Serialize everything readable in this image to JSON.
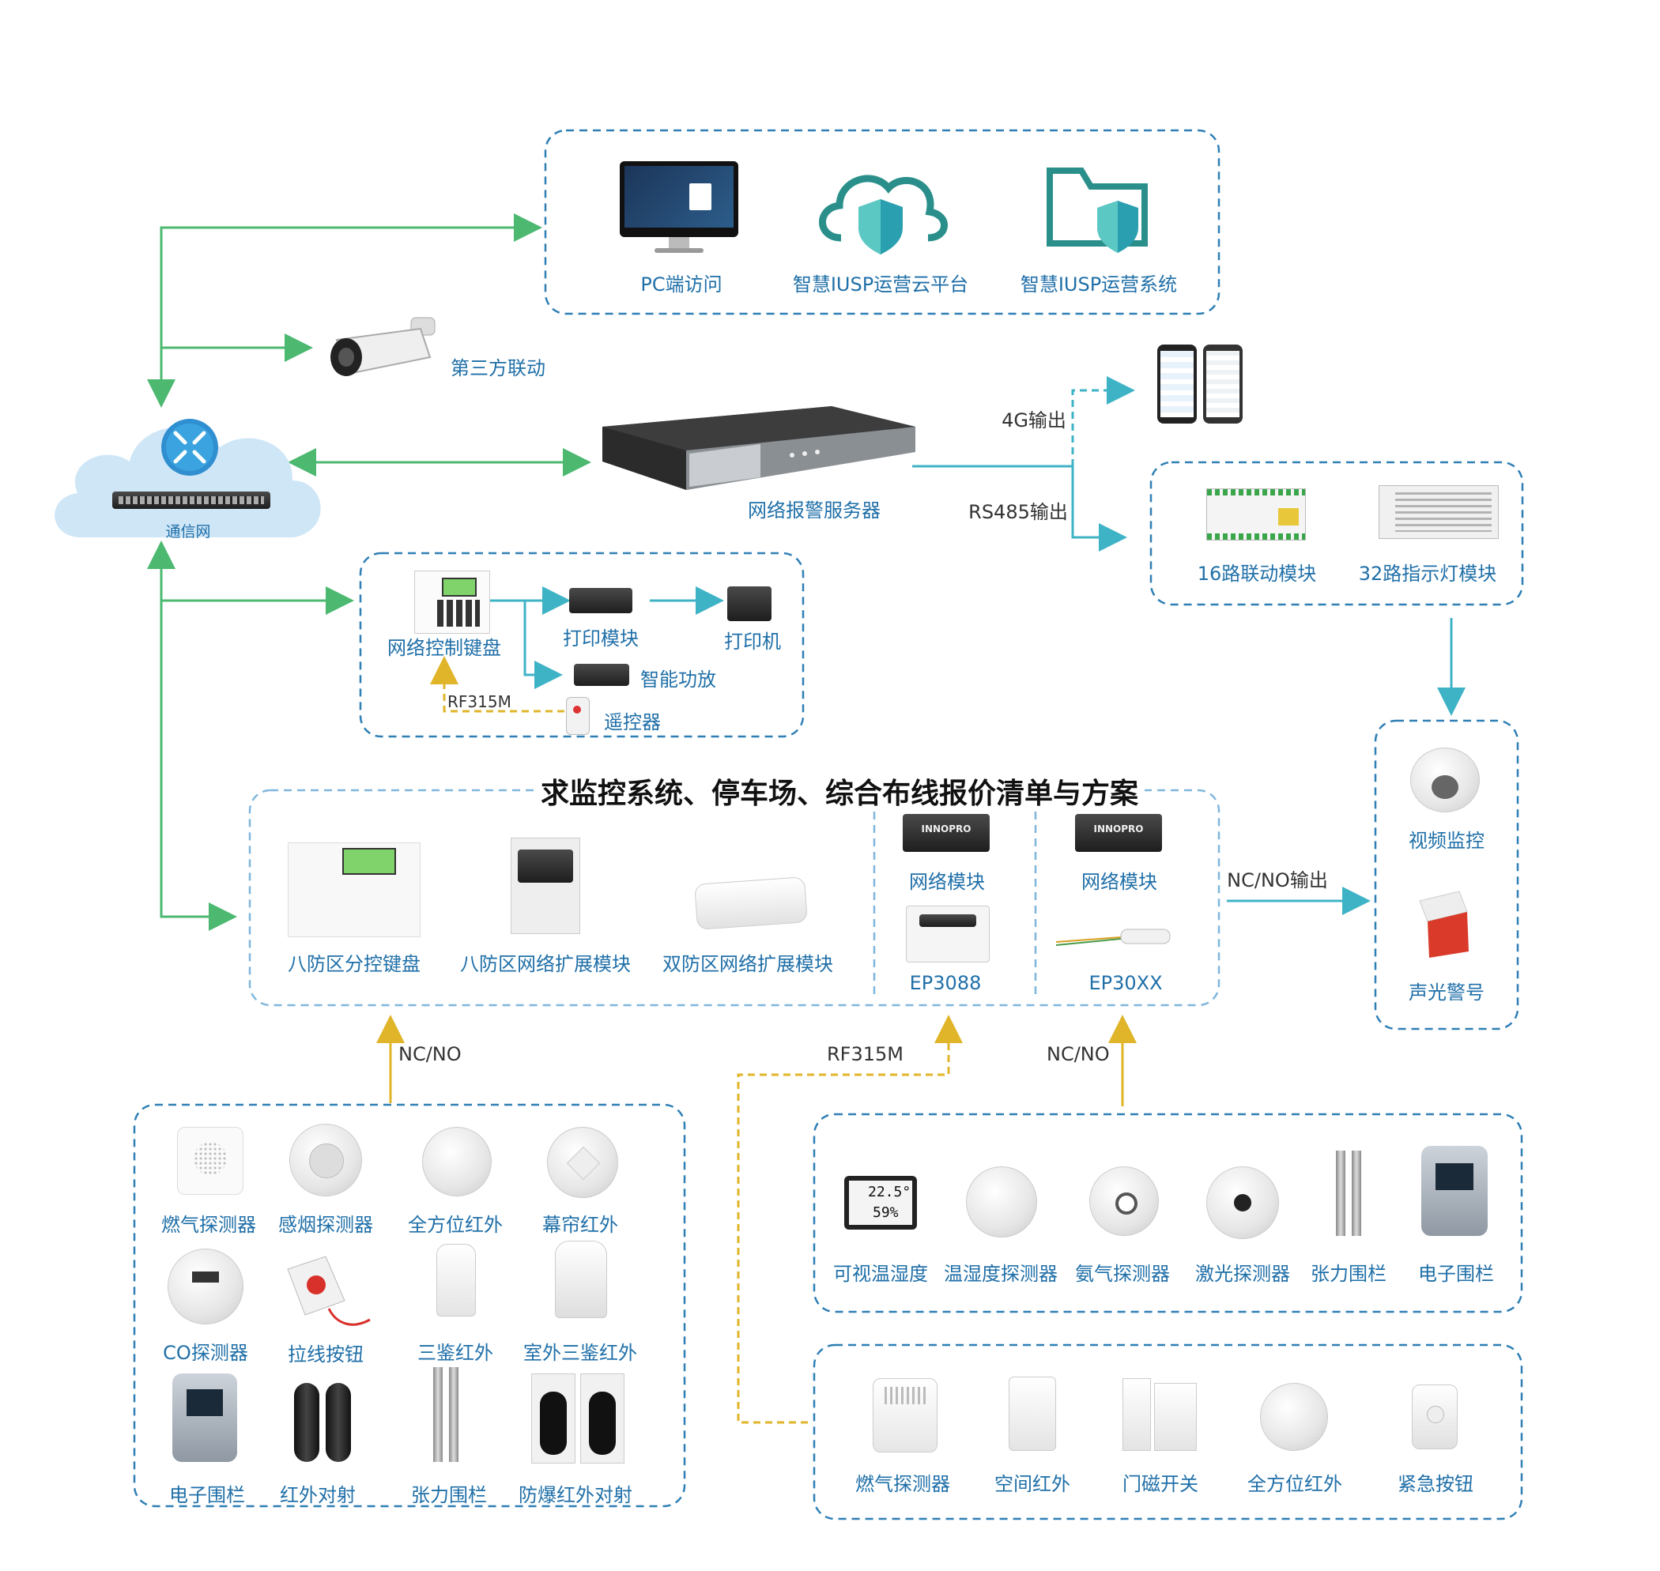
{
  "title": "求监控系统、停车场、综合布线报价清单与方案",
  "colors": {
    "green_line": "#4cb870",
    "teal_line": "#3fb3c6",
    "yellow_line": "#e0b52a",
    "dash_border": "#2f7fb5",
    "label_blue": "#1f6fa8"
  },
  "cloud_group": {
    "pc": "PC端访问",
    "cloud_platform": "智慧IUSP运营云平台",
    "ops_system": "智慧IUSP运营系统"
  },
  "third_party": "第三方联动",
  "network": "通信网",
  "server": "网络报警服务器",
  "outputs": {
    "g4": "4G输出",
    "rs485": "RS485输出",
    "ncno_out": "NC/NO输出"
  },
  "modules_right": {
    "m16": "16路联动模块",
    "m32": "32路指示灯模块"
  },
  "keyboard_group": {
    "keyboard": "网络控制键盘",
    "print_module": "打印模块",
    "printer": "打印机",
    "amp": "智能功放",
    "remote": "遥控器",
    "rf": "RF315M"
  },
  "zone_group": {
    "k8": "八防区分控键盘",
    "e8": "八防区网络扩展模块",
    "e2": "双防区网络扩展模块",
    "net1": "网络模块",
    "net2": "网络模块",
    "ep3088": "EP3088",
    "ep30xx": "EP30XX"
  },
  "output_devices": {
    "video": "视频监控",
    "siren": "声光警号"
  },
  "links": {
    "ncno_left": "NC/NO",
    "rf315m": "RF315M",
    "ncno_right": "NC/NO"
  },
  "bl_group": [
    "燃气探测器",
    "感烟探测器",
    "全方位红外",
    "幕帘红外",
    "CO探测器",
    "拉线按钮",
    "三鉴红外",
    "室外三鉴红外",
    "电子围栏",
    "红外对射",
    "张力围栏",
    "防爆红外对射"
  ],
  "br_top_group": [
    "可视温湿度",
    "温湿度探测器",
    "氨气探测器",
    "激光探测器",
    "张力围栏",
    "电子围栏"
  ],
  "br_bottom_group": [
    "燃气探测器",
    "空间红外",
    "门磁开关",
    "全方位红外",
    "紧急按钮"
  ],
  "device_labels": {
    "innopro": "INNOPRO",
    "temp": "22.5°",
    "humid": "59%"
  }
}
